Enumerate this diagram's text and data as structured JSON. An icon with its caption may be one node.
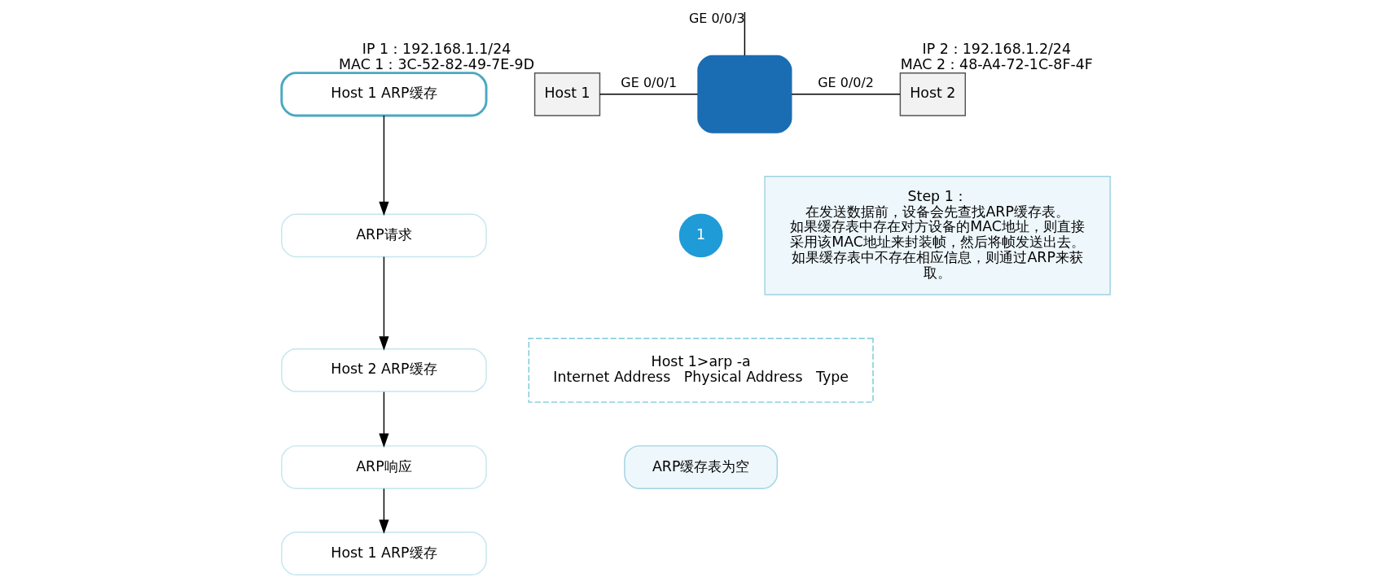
{
  "diagram": {
    "nodes": [
      {
        "text": [
          "Host 1 ARP缓存"
        ]
      },
      {
        "text": [
          "ARP请求"
        ]
      },
      {
        "text": [
          "Host 2 ARP缓存"
        ]
      },
      {
        "text": [
          "ARP响应"
        ]
      },
      {
        "text": [
          "Host 1 ARP缓存"
        ]
      },
      {
        "text": [
          "Host 1"
        ],
        "beside": [
          "IP 1：192.168.1.1/24",
          "MAC 1：3C-52-82-49-7E-9D"
        ]
      },
      {
        "text": [],
        "shape": "box"
      },
      {
        "text": [
          "Host 2"
        ],
        "beside": [
          "IP 2：192.168.1.2/24",
          "MAC 2：48-A4-72-1C-8F-4F"
        ]
      },
      {
        "text": [
          "Host 1>arp -a",
          "Internet Address   Physical Address   Type"
        ]
      },
      {
        "text": [
          "ARP缓存表为空"
        ]
      },
      {
        "text": [
          "Step 1：",
          "在发送数据前，设备会先查找ARP缓存表。",
          "如果缓存表中存在对方设备的MAC地址，则直接采用该MAC地址来封装帧，然后将帧发送出去。如果缓存表中不存在相应信息，则通过ARP来获取。"
        ]
      }
    ],
    "edges": [
      {
        "from": 0,
        "to": 1,
        "arrow": "to"
      },
      {
        "from": 1,
        "to": 2,
        "arrow": "to"
      },
      {
        "from": 2,
        "to": 3,
        "arrow": "to"
      },
      {
        "from": 3,
        "to": 4,
        "arrow": "to"
      },
      {
        "from": 5,
        "to": 6,
        "arrow": "none",
        "label": "GE 0/0/1"
      },
      {
        "from": 6,
        "to": 7,
        "arrow": "none",
        "label": "GE 0/0/2"
      },
      {
        "from": 6,
        "to": null,
        "arrow": "none",
        "label": "GE 0/0/3"
      }
    ],
    "labels": [
      "1"
    ]
  }
}
